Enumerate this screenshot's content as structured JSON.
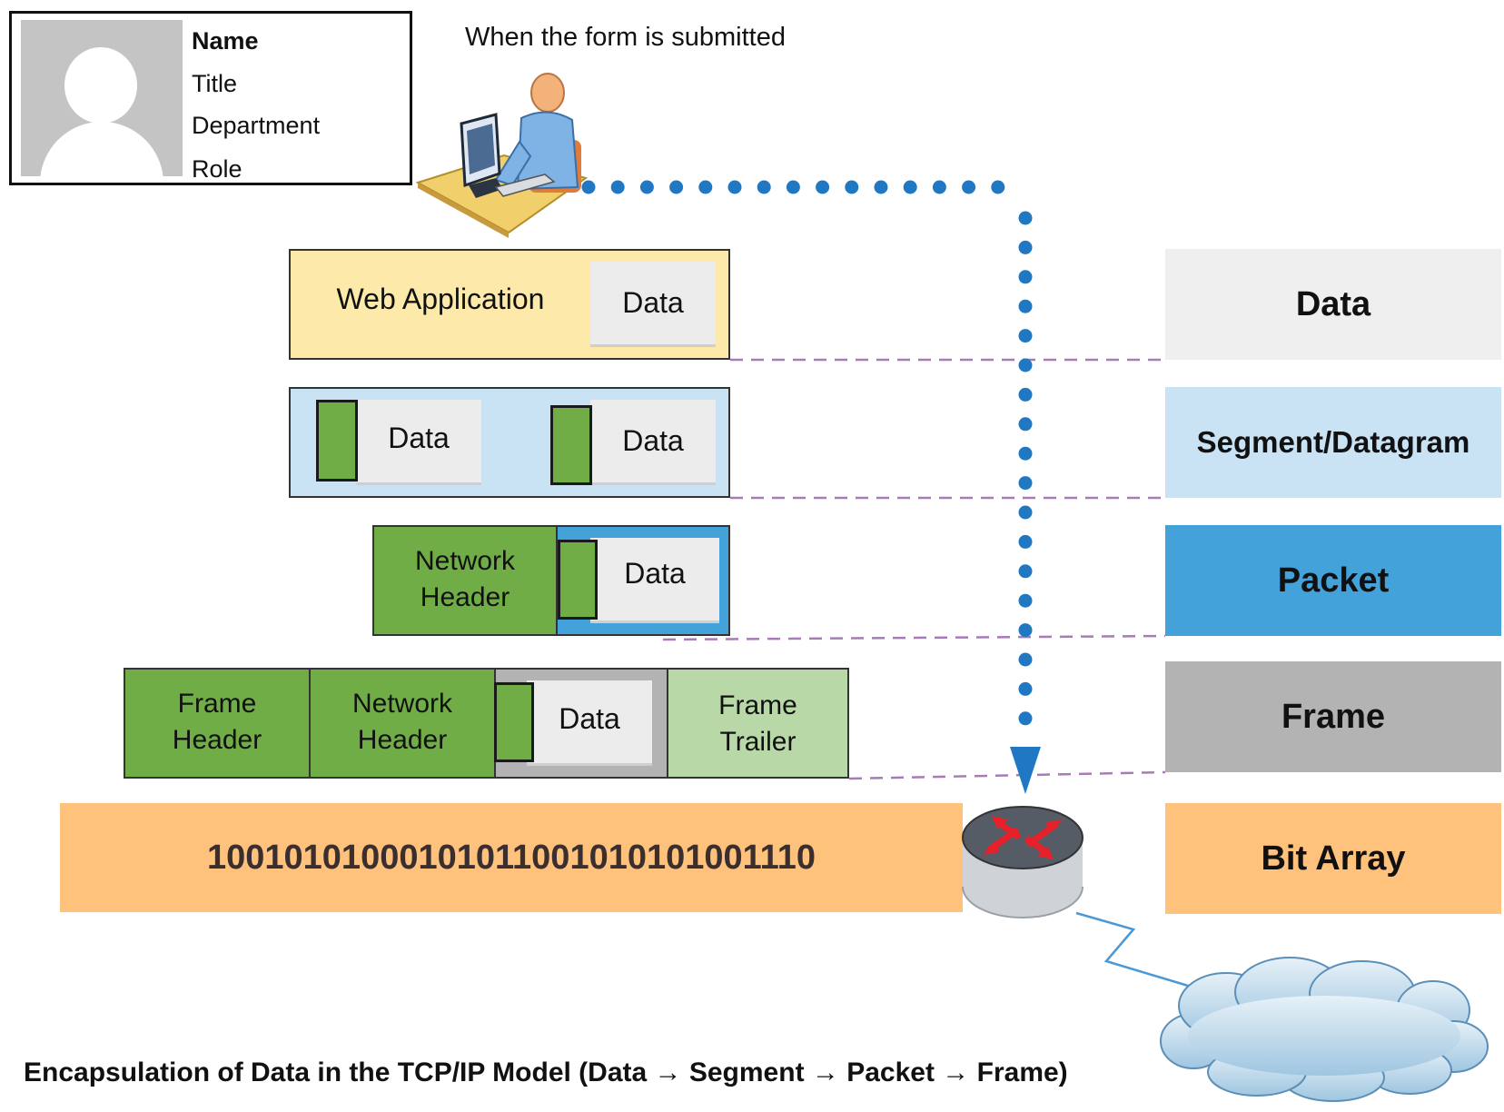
{
  "profile_card": {
    "name": "Name",
    "title": "Title",
    "department": "Department",
    "role": "Role"
  },
  "form_caption": "When the form is submitted",
  "layers": {
    "application": {
      "label": "Web Application",
      "data_label": "Data"
    },
    "segment": {
      "data_label_1": "Data",
      "data_label_2": "Data"
    },
    "packet": {
      "header_label": "Network Header",
      "data_label": "Data"
    },
    "frame": {
      "frame_header_label": "Frame Header",
      "network_header_label": "Network Header",
      "data_label": "Data",
      "frame_trailer_label": "Frame Trailer"
    },
    "bits": {
      "value": "10010101000101011001010101001110"
    }
  },
  "legend": {
    "data": "Data",
    "segment": "Segment/Datagram",
    "packet": "Packet",
    "frame": "Frame",
    "bits": "Bit Array"
  },
  "caption": "Encapsulation of Data in the TCP/IP Model (Data → Segment → Packet → Frame)",
  "icons": {
    "user": "user-at-computer-icon",
    "router": "router-icon",
    "cloud": "cloud-icon"
  },
  "colors": {
    "application": "#fde9a9",
    "segment": "#c9e3f5",
    "packet": "#43a2d9",
    "frame": "#b3b3b3",
    "bits": "#fec27d",
    "header_green": "#70ad47",
    "trailer_green": "#b8d9a7",
    "flow_dots": "#1f78c1"
  }
}
